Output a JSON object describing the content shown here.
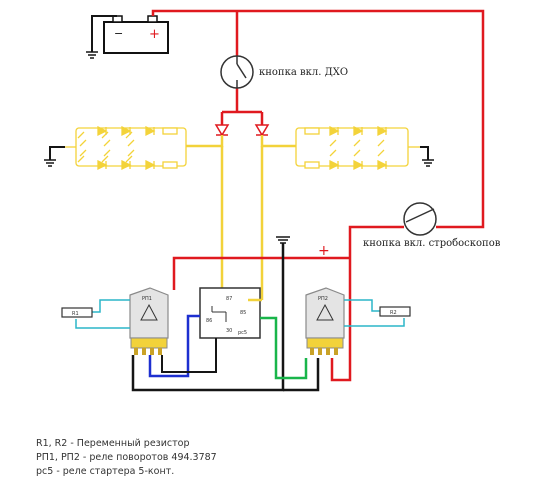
{
  "diagram": {
    "labels": {
      "drl_button": "кнопка вкл. ДХО",
      "strobe_button": "кнопка вкл. стробоскопов",
      "relay1": "РП1",
      "relay2": "РП2",
      "resistor1": "R1",
      "resistor2": "R2",
      "starter_relay_pins": [
        "87",
        "86",
        "85",
        "30",
        "рс5"
      ]
    },
    "battery_signs": {
      "minus": "−",
      "plus": "+"
    },
    "plus_mark": "+",
    "legend": [
      "R1, R2 - Переменный резистор",
      "РП1, РП2 - реле поворотов 494.3787",
      "рс5 - реле стартера 5-конт."
    ],
    "wire_colors": {
      "red": "#e0191f",
      "yellow": "#f2d23a",
      "black": "#151515",
      "blue": "#1d2fd0",
      "green": "#19b54a",
      "cyan": "#2bb6c9",
      "led_yellow": "#f3d33a"
    }
  }
}
